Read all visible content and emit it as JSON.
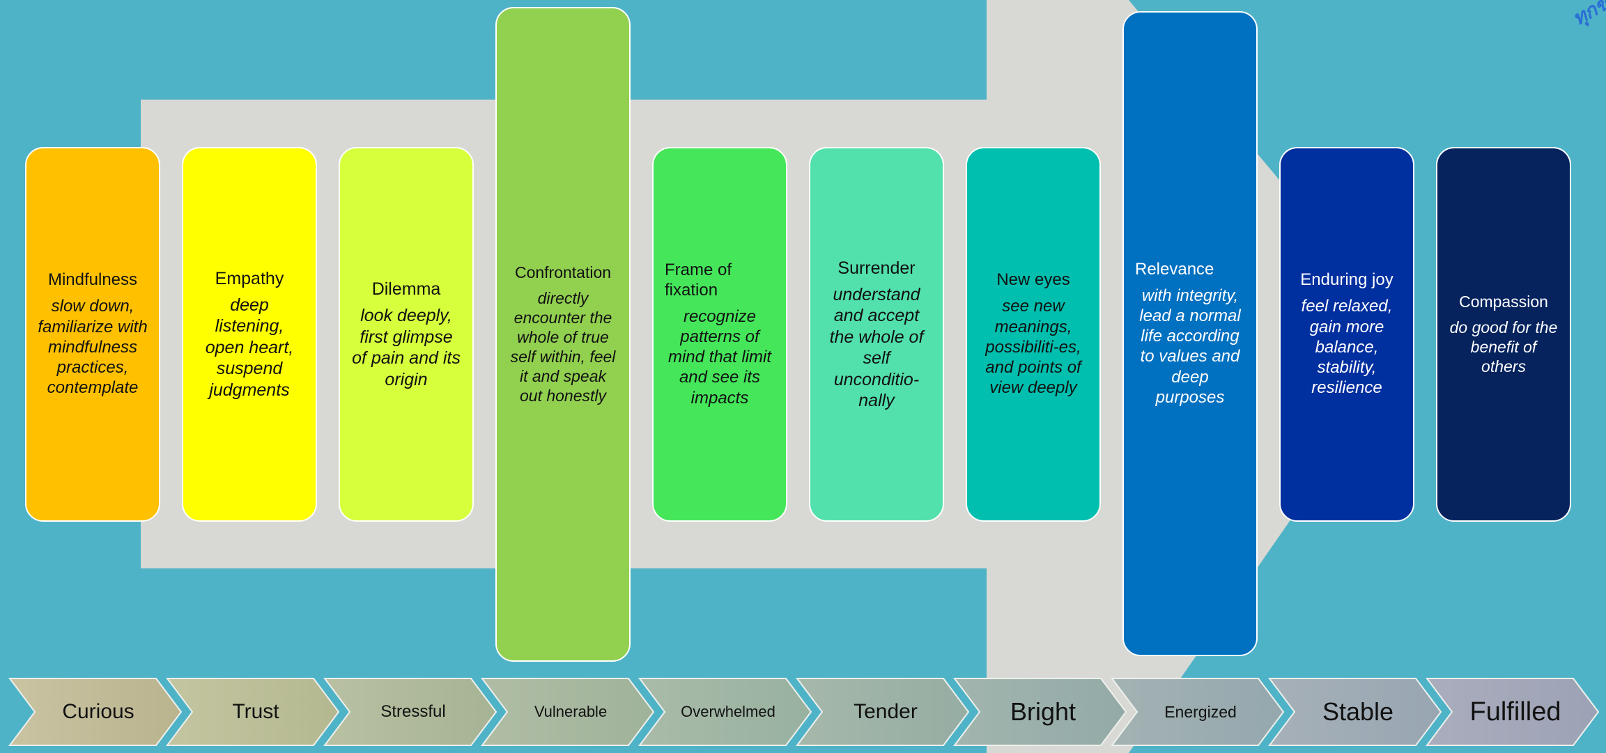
{
  "stages": [
    {
      "title": "Mindfulness",
      "desc": "slow down, familiarize with mindfulness practices, contemplate",
      "color": "#ffc000",
      "text_color": "#111111"
    },
    {
      "title": "Empathy",
      "desc": "deep listening, open heart, suspend judgments",
      "color": "#ffff00",
      "text_color": "#111111"
    },
    {
      "title": "Dilemma",
      "desc": "look deeply, first glimpse of pain and its origin",
      "color": "#d6ff3c",
      "text_color": "#111111"
    },
    {
      "title": "Confrontation",
      "desc": "directly encounter the whole of true self within, feel it and speak out honestly",
      "color": "#92d050",
      "text_color": "#111111"
    },
    {
      "title": "Frame of fixation",
      "desc": "recognize patterns of mind that limit and see its impacts",
      "color": "#45e65a",
      "text_color": "#111111"
    },
    {
      "title": "Surrender",
      "desc": "understand and accept the whole of self unconditio-nally",
      "color": "#52e0ac",
      "text_color": "#111111"
    },
    {
      "title": "New eyes",
      "desc": "see new meanings, possibiliti-es, and points of view deeply",
      "color": "#00bfae",
      "text_color": "#111111"
    },
    {
      "title": "Relevance",
      "desc": "with integrity, lead a normal life according to values and deep purposes",
      "color": "#0070c0",
      "text_color": "#ffffff"
    },
    {
      "title": "Enduring joy",
      "desc": "feel relaxed, gain more balance, stability, resilience",
      "color": "#002f9f",
      "text_color": "#ffffff"
    },
    {
      "title": "Compassion",
      "desc": "do good for the benefit of others",
      "color": "#06235e",
      "text_color": "#ffffff"
    }
  ],
  "feelings": [
    "Curious",
    "Trust",
    "Stressful",
    "Vulnerable",
    "Overwhelmed",
    "Tender",
    "Bright",
    "Energized",
    "Stable",
    "Fulfilled"
  ],
  "logo_text": "ทุกข์",
  "colors": {
    "background": "#4fb3c8",
    "arrow": "#d8d9d4"
  }
}
